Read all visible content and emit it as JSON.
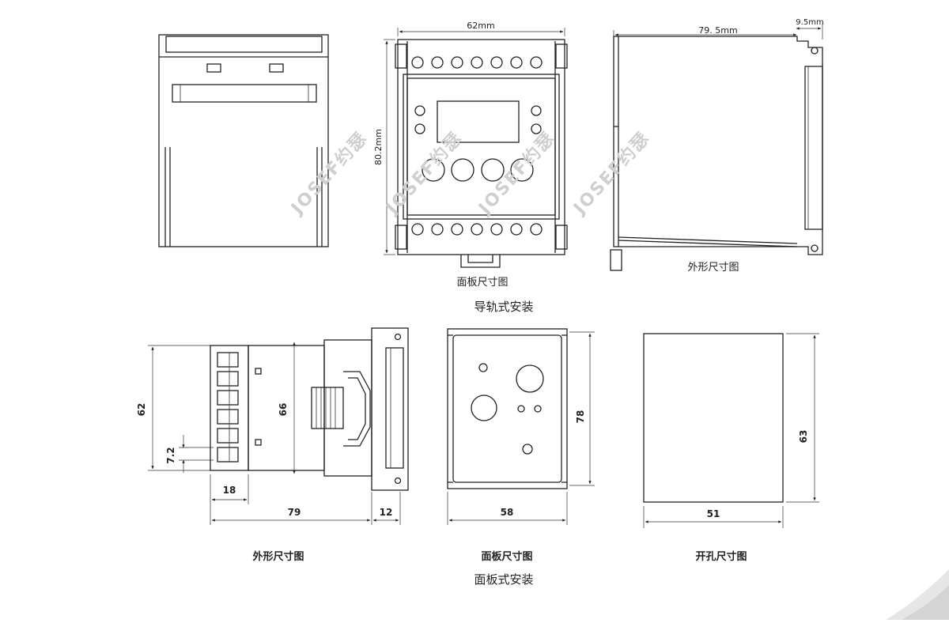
{
  "watermarks": [
    "JOSEF约瑟",
    "JOSEF约瑟",
    "JOSEF约瑟",
    "JOSEF约瑟"
  ],
  "section_top": {
    "title": "导轨式安装",
    "front_caption": "面板尺寸图",
    "side_caption": "外形尺寸图",
    "dim_width": "62mm",
    "dim_height": "80.2mm",
    "dim_depth": "79. 5mm",
    "dim_extra": "9.5mm"
  },
  "section_bottom": {
    "title": "面板式安装",
    "side_caption": "外形尺寸图",
    "panel_caption": "面板尺寸图",
    "cutout_caption": "开孔尺寸图",
    "dim_side_height": "62",
    "dim_side_inner": "66",
    "dim_side_pitch": "7.2",
    "dim_side_terminal": "18",
    "dim_side_depth": "79",
    "dim_side_front": "12",
    "dim_panel_width": "58",
    "dim_panel_height": "78",
    "dim_cut_width": "51",
    "dim_cut_height": "63"
  }
}
